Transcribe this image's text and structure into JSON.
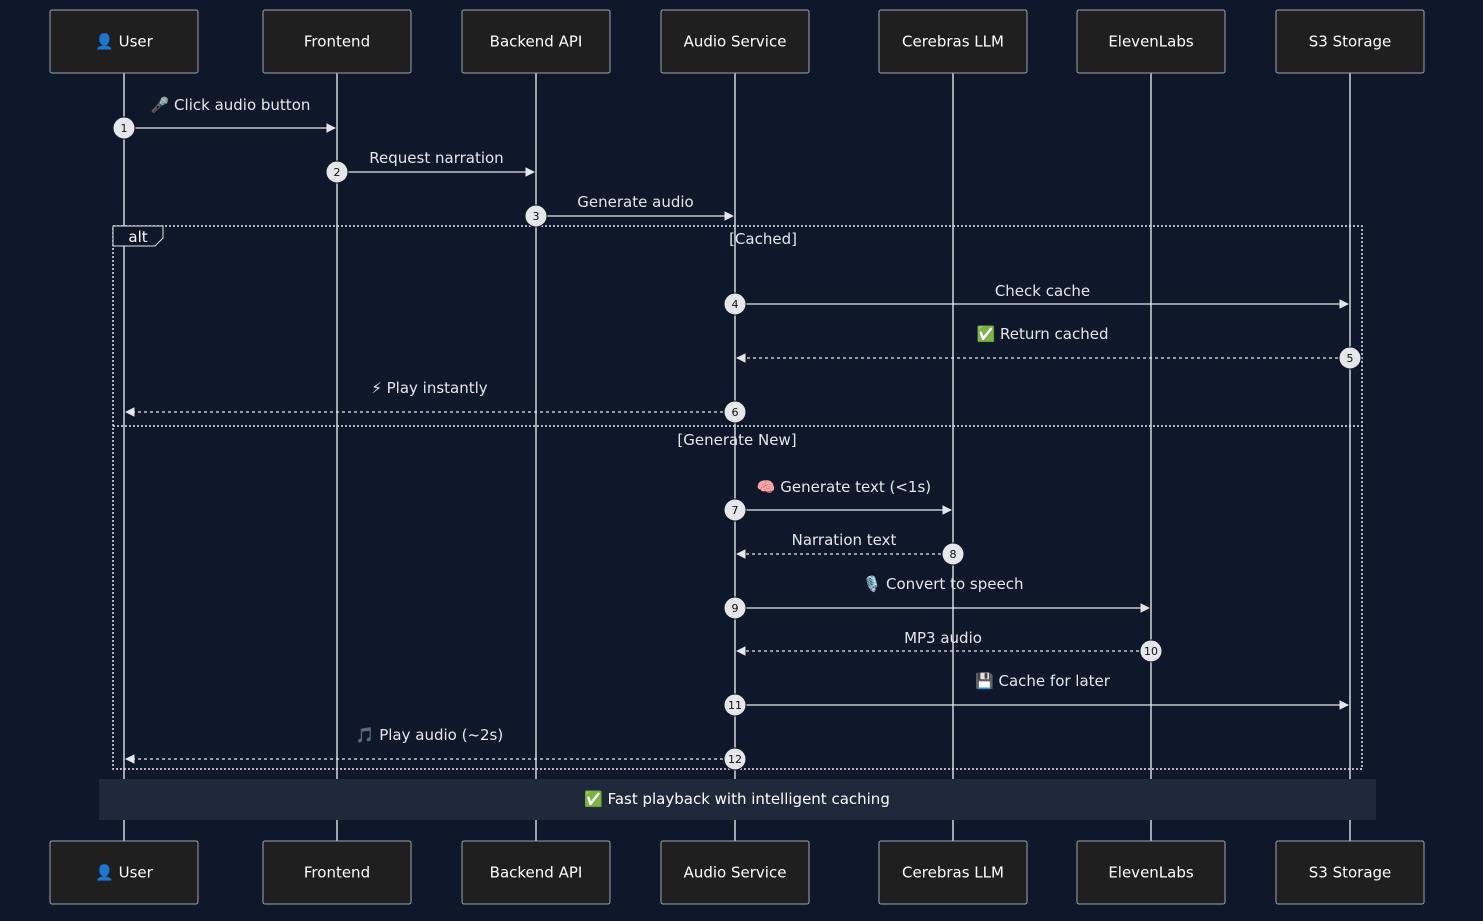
{
  "actors": [
    {
      "id": "user",
      "label": "👤 User"
    },
    {
      "id": "frontend",
      "label": "Frontend"
    },
    {
      "id": "backend",
      "label": "Backend API"
    },
    {
      "id": "audio",
      "label": "Audio Service"
    },
    {
      "id": "cerebras",
      "label": "Cerebras LLM"
    },
    {
      "id": "elevenlabs",
      "label": "ElevenLabs"
    },
    {
      "id": "s3",
      "label": "S3 Storage"
    }
  ],
  "messages": [
    {
      "num": "1",
      "from": "user",
      "to": "frontend",
      "label": "🎤 Click audio button",
      "dashed": false
    },
    {
      "num": "2",
      "from": "frontend",
      "to": "backend",
      "label": "Request narration",
      "dashed": false
    },
    {
      "num": "3",
      "from": "backend",
      "to": "audio",
      "label": "Generate audio",
      "dashed": false
    },
    {
      "num": "4",
      "from": "audio",
      "to": "s3",
      "label": "Check cache",
      "dashed": false
    },
    {
      "num": "5",
      "from": "s3",
      "to": "audio",
      "label": "✅ Return cached",
      "dashed": true
    },
    {
      "num": "6",
      "from": "audio",
      "to": "user",
      "label": "⚡ Play instantly",
      "dashed": true
    },
    {
      "num": "7",
      "from": "audio",
      "to": "cerebras",
      "label": "🧠 Generate text (<1s)",
      "dashed": false
    },
    {
      "num": "8",
      "from": "cerebras",
      "to": "audio",
      "label": "Narration text",
      "dashed": true
    },
    {
      "num": "9",
      "from": "audio",
      "to": "elevenlabs",
      "label": "🎙️ Convert to speech",
      "dashed": false
    },
    {
      "num": "10",
      "from": "elevenlabs",
      "to": "audio",
      "label": "MP3 audio",
      "dashed": true
    },
    {
      "num": "11",
      "from": "audio",
      "to": "s3",
      "label": "💾 Cache for later",
      "dashed": false
    },
    {
      "num": "12",
      "from": "audio",
      "to": "user",
      "label": "🎵 Play audio (~2s)",
      "dashed": true
    }
  ],
  "alt": {
    "label": "alt",
    "conditions": [
      "[Cached]",
      "[Generate New]"
    ]
  },
  "note": {
    "text": "✅ Fast playback with intelligent caching"
  }
}
